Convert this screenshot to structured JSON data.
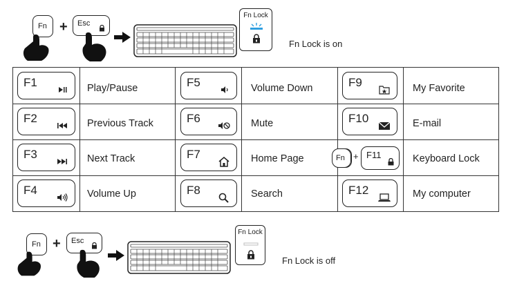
{
  "top": {
    "fn_label": "Fn",
    "plus": "+",
    "esc_label": "Esc",
    "fnlock_title": "Fn Lock",
    "status": "Fn Lock is on"
  },
  "bottom": {
    "fn_label": "Fn",
    "plus": "+",
    "esc_label": "Esc",
    "fnlock_title": "Fn Lock",
    "status": "Fn Lock is off"
  },
  "rows": [
    [
      {
        "key": "F1",
        "icon": "play-pause-icon",
        "desc": "Play/Pause"
      },
      {
        "key": "F5",
        "icon": "volume-down-icon",
        "desc": "Volume Down"
      },
      {
        "key": "F9",
        "icon": "favorite-folder-icon",
        "desc": "My Favorite"
      }
    ],
    [
      {
        "key": "F2",
        "icon": "previous-track-icon",
        "desc": "Previous Track"
      },
      {
        "key": "F6",
        "icon": "mute-icon",
        "desc": "Mute"
      },
      {
        "key": "F10",
        "icon": "email-icon",
        "desc": "E-mail"
      }
    ],
    [
      {
        "key": "F3",
        "icon": "next-track-icon",
        "desc": "Next Track"
      },
      {
        "key": "F7",
        "icon": "home-icon",
        "desc": "Home Page"
      },
      {
        "key": "F11",
        "icon": "lock-icon",
        "desc": "Keyboard Lock",
        "combo_fn": "Fn",
        "combo_plus": "+"
      }
    ],
    [
      {
        "key": "F4",
        "icon": "volume-up-icon",
        "desc": "Volume Up"
      },
      {
        "key": "F8",
        "icon": "search-icon",
        "desc": "Search"
      },
      {
        "key": "F12",
        "icon": "computer-icon",
        "desc": "My computer"
      }
    ]
  ],
  "colors": {
    "line": "#333333",
    "indicator_on": "#2f9fe0",
    "indicator_off": "#cfcfcf"
  }
}
